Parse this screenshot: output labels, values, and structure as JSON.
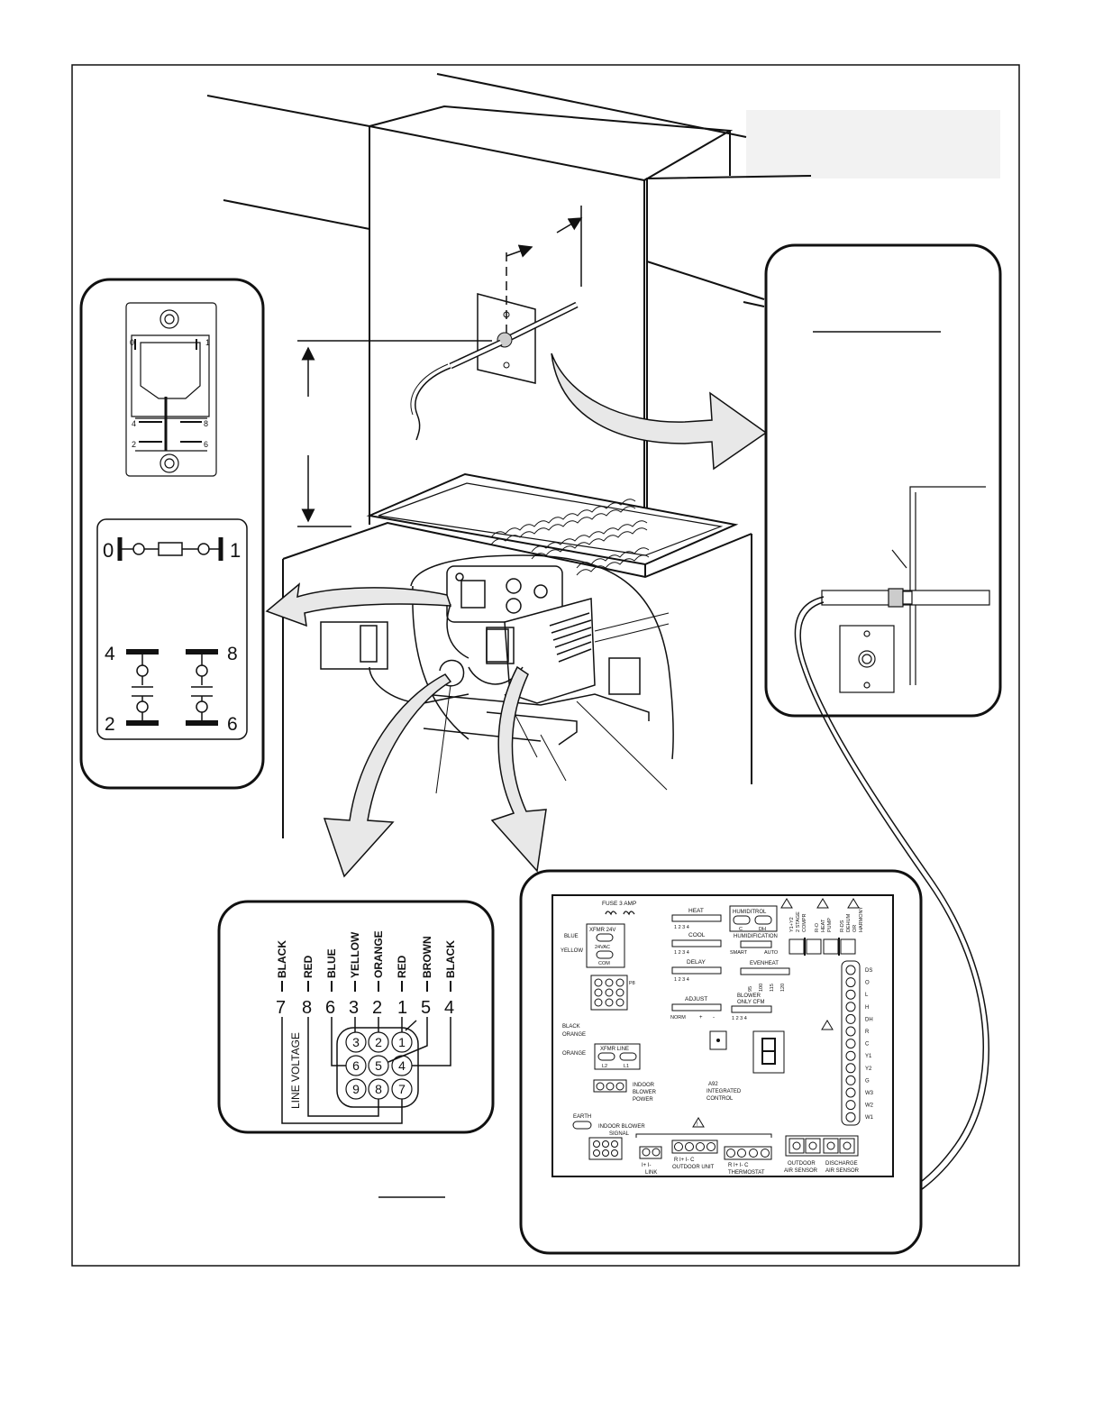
{
  "switch_panel": {
    "top_labels": [
      "0",
      "1"
    ],
    "contact_numbers": [
      "4",
      "8",
      "2",
      "6"
    ],
    "schematic": {
      "pos_off": "0",
      "pos_on": "1",
      "contacts": [
        "4",
        "8",
        "2",
        "6"
      ]
    }
  },
  "plug_panel": {
    "wires": [
      {
        "pin": "7",
        "color": "BLACK"
      },
      {
        "pin": "8",
        "color": "RED"
      },
      {
        "pin": "6",
        "color": "BLUE"
      },
      {
        "pin": "3",
        "color": "YELLOW"
      },
      {
        "pin": "2",
        "color": "ORANGE"
      },
      {
        "pin": "1",
        "color": "RED"
      },
      {
        "pin": "5",
        "color": "BROWN"
      },
      {
        "pin": "4",
        "color": "BLACK"
      }
    ],
    "connector_pins": [
      "3",
      "2",
      "1",
      "6",
      "5",
      "4",
      "9",
      "8",
      "7"
    ],
    "line_voltage_label": "LINE VOLTAGE"
  },
  "control_board": {
    "fuse": "FUSE 3 AMP",
    "heat": "HEAT",
    "heat_pins": "1 2 3 4",
    "humiditrol": "HUMIDITROL",
    "humiditrol_c": "C",
    "humiditrol_dh": "DH",
    "cool": "COOL",
    "cool_pins": "1 2 3 4",
    "humidification": "HUMIDIFICATION",
    "smart": "SMART",
    "auto": "AUTO",
    "delay": "DELAY",
    "delay_pins": "1 2 3 4",
    "evenheat": "EVENHEAT",
    "evenheat_values": [
      "95",
      "100",
      "115",
      "120"
    ],
    "adjust": "ADJUST",
    "norm": "NORM",
    "plus": "+",
    "minus": "-",
    "blower_only_cfm_1": "BLOWER",
    "blower_only_cfm_2": "ONLY CFM",
    "blower_pins": "1 2 3 4",
    "blue": "BLUE",
    "yellow": "YELLOW",
    "xfmr24": "XFMR 24V",
    "v24ac": "24VAC",
    "com": "COM",
    "p8": "P8",
    "black": "BLACK",
    "orange": "ORANGE",
    "orange2": "ORANGE",
    "xfmr_line": "XFMR LINE",
    "l2": "L2",
    "l1": "L1",
    "indoor_blower_power": [
      "INDOOR",
      "BLOWER",
      "POWER"
    ],
    "a92": [
      "A92",
      "INTEGRATED",
      "CONTROL"
    ],
    "earth": "EARTH",
    "indoor_blower_signal": [
      "INDOOR BLOWER",
      "SIGNAL"
    ],
    "link_pins": "I+  I-",
    "link": "LINK",
    "outdoor_unit_pins": "R  I+  I-  C",
    "outdoor_unit": "OUTDOOR UNIT",
    "thermostat_pins": "R  I+  I-  C",
    "thermostat": "THERMOSTAT",
    "outdoor_air_sensor": [
      "OUTDOOR",
      "AIR SENSOR"
    ],
    "discharge_air_sensor": [
      "DISCHARGE",
      "AIR SENSOR"
    ],
    "terminals": [
      "DS",
      "O",
      "L",
      "H",
      "DH",
      "R",
      "C",
      "Y1",
      "Y2",
      "G",
      "W3",
      "W2",
      "W1"
    ],
    "dip_labels": [
      [
        "Y1+Y2",
        "2 STAGE",
        "COMPR"
      ],
      [
        "R-O",
        "HEAT",
        "PUMP"
      ],
      [
        "R-DS",
        "DEHUM",
        "OR",
        "HARMONY"
      ]
    ],
    "warn_symbol": "!"
  },
  "arrow_color": "#e8e8e8"
}
